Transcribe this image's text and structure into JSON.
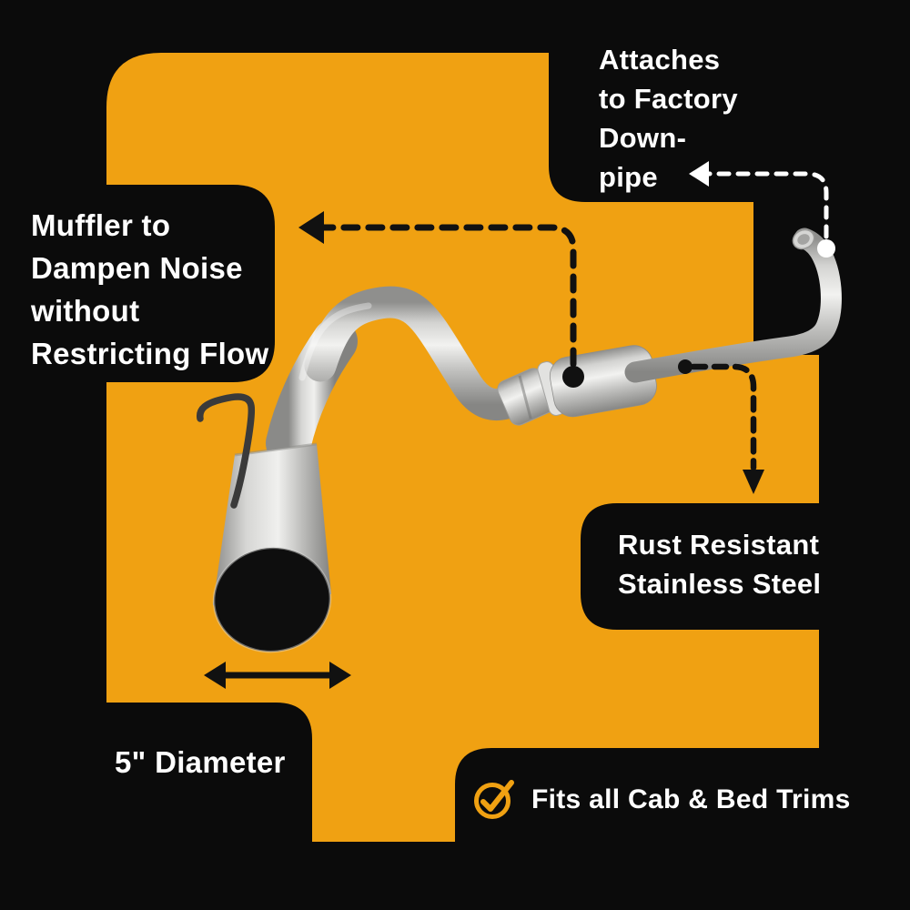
{
  "colors": {
    "background": "#0b0b0b",
    "accent_orange": "#F0A112",
    "text_white": "#ffffff",
    "arrow_black": "#111111",
    "arrow_white": "#ffffff",
    "pipe_silver": "#c9c9c7",
    "hanger_dark": "#3a3a3a"
  },
  "callouts": {
    "attaches": {
      "lines": [
        "Attaches",
        "to Factory",
        "Down-",
        "pipe"
      ]
    },
    "muffler": {
      "lines": [
        "Muffler to",
        "Dampen Noise",
        "without",
        "Restricting Flow"
      ]
    },
    "rust": {
      "lines": [
        "Rust Resistant",
        "Stainless Steel"
      ]
    },
    "diameter": {
      "label": "5\" Diameter"
    },
    "fits": {
      "label": "Fits all Cab & Bed Trims",
      "icon": "check-circle-icon"
    }
  },
  "product": {
    "subject": "stainless steel turn-down exhaust system",
    "parts": [
      "downpipe-connector",
      "main-run-pipe",
      "muffler-body",
      "band-clamp",
      "s-bend-pipe",
      "hanger-rod",
      "tailpipe-tip",
      "tail-opening"
    ]
  }
}
